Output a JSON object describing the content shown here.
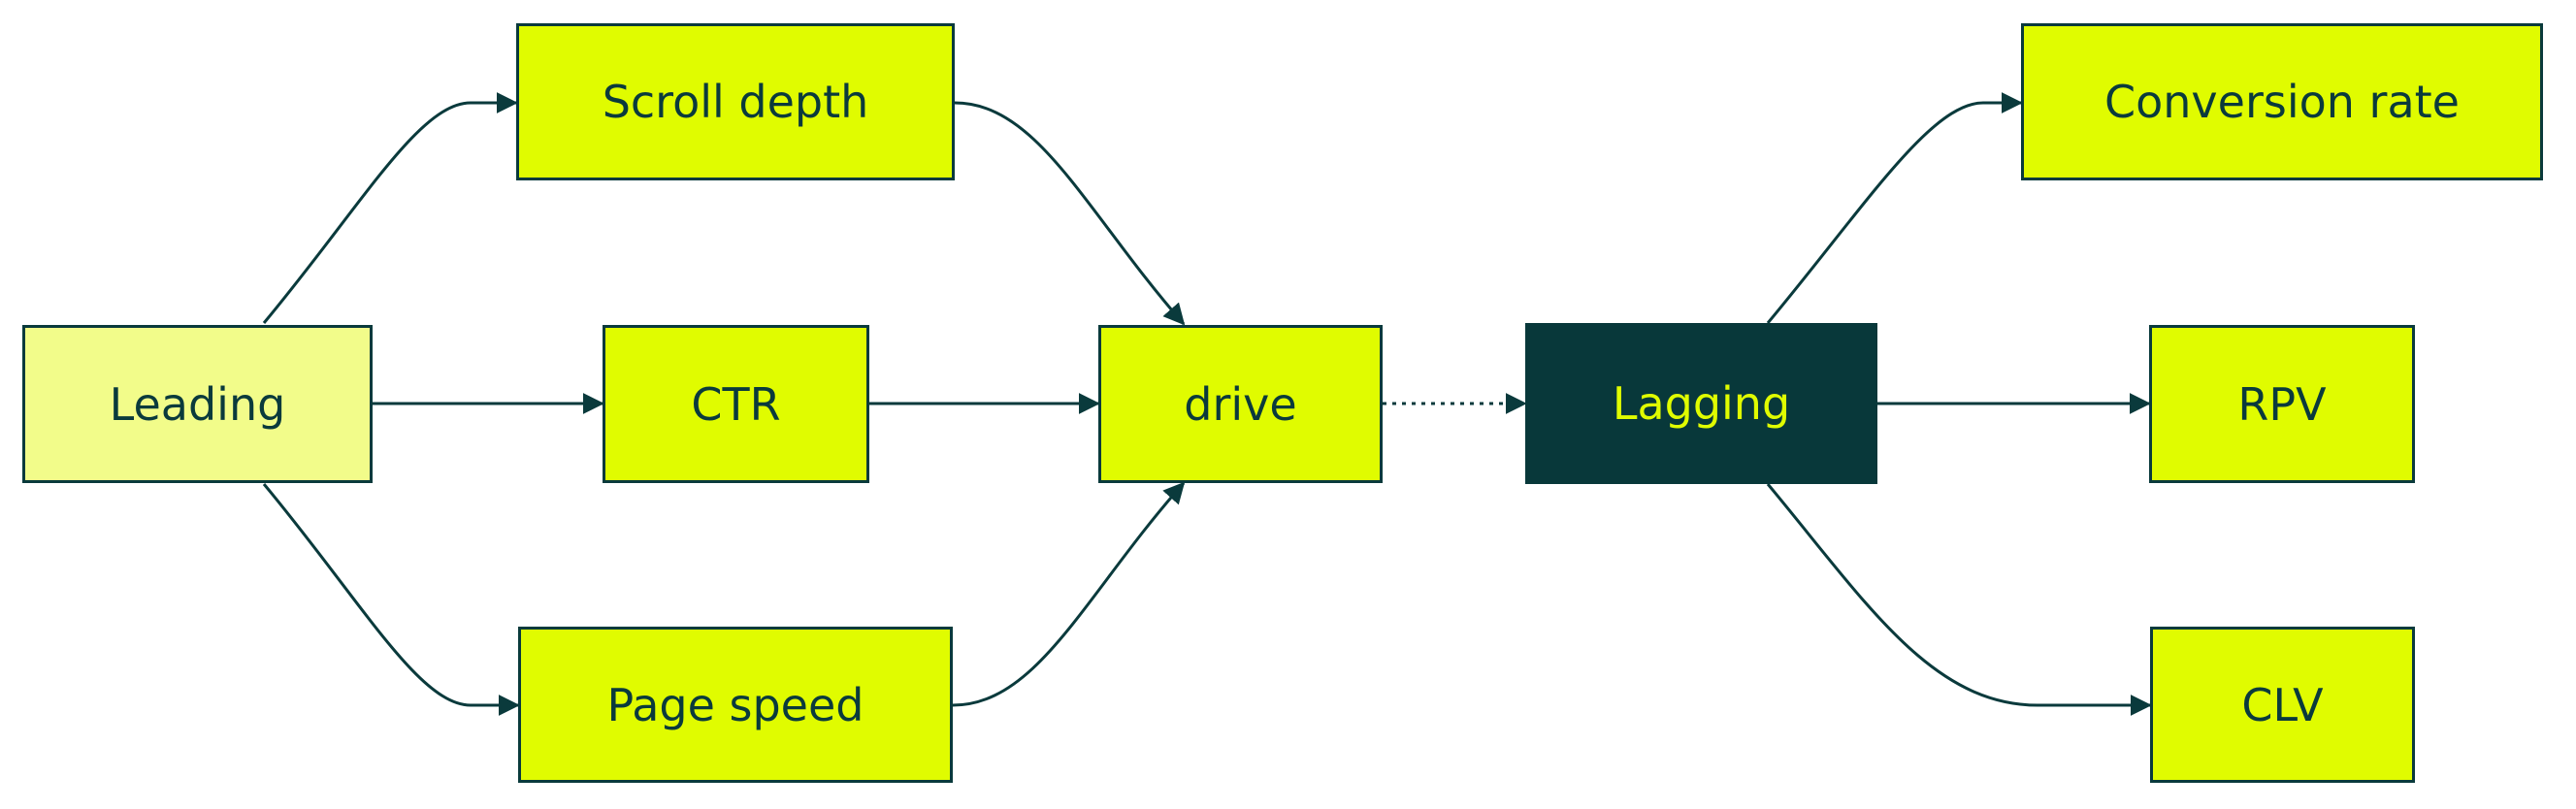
{
  "nodes": {
    "leading": "Leading",
    "scroll_depth": "Scroll depth",
    "ctr": "CTR",
    "page_speed": "Page speed",
    "drive": "drive",
    "lagging": "Lagging",
    "conversion_rate": "Conversion rate",
    "rpv": "RPV",
    "clv": "CLV"
  },
  "colors": {
    "node_fill": "#e0fc00",
    "start_node_fill": "#f2fc8a",
    "dark_node_fill": "#08383a",
    "dark_node_text": "#e0fc00",
    "stroke": "#0a3a3c"
  },
  "edges": [
    {
      "from": "leading",
      "to": "scroll_depth",
      "style": "solid"
    },
    {
      "from": "leading",
      "to": "ctr",
      "style": "solid"
    },
    {
      "from": "leading",
      "to": "page_speed",
      "style": "solid"
    },
    {
      "from": "scroll_depth",
      "to": "drive",
      "style": "solid"
    },
    {
      "from": "ctr",
      "to": "drive",
      "style": "solid"
    },
    {
      "from": "page_speed",
      "to": "drive",
      "style": "solid"
    },
    {
      "from": "drive",
      "to": "lagging",
      "style": "dotted"
    },
    {
      "from": "lagging",
      "to": "conversion_rate",
      "style": "solid"
    },
    {
      "from": "lagging",
      "to": "rpv",
      "style": "solid"
    },
    {
      "from": "lagging",
      "to": "clv",
      "style": "solid"
    }
  ]
}
